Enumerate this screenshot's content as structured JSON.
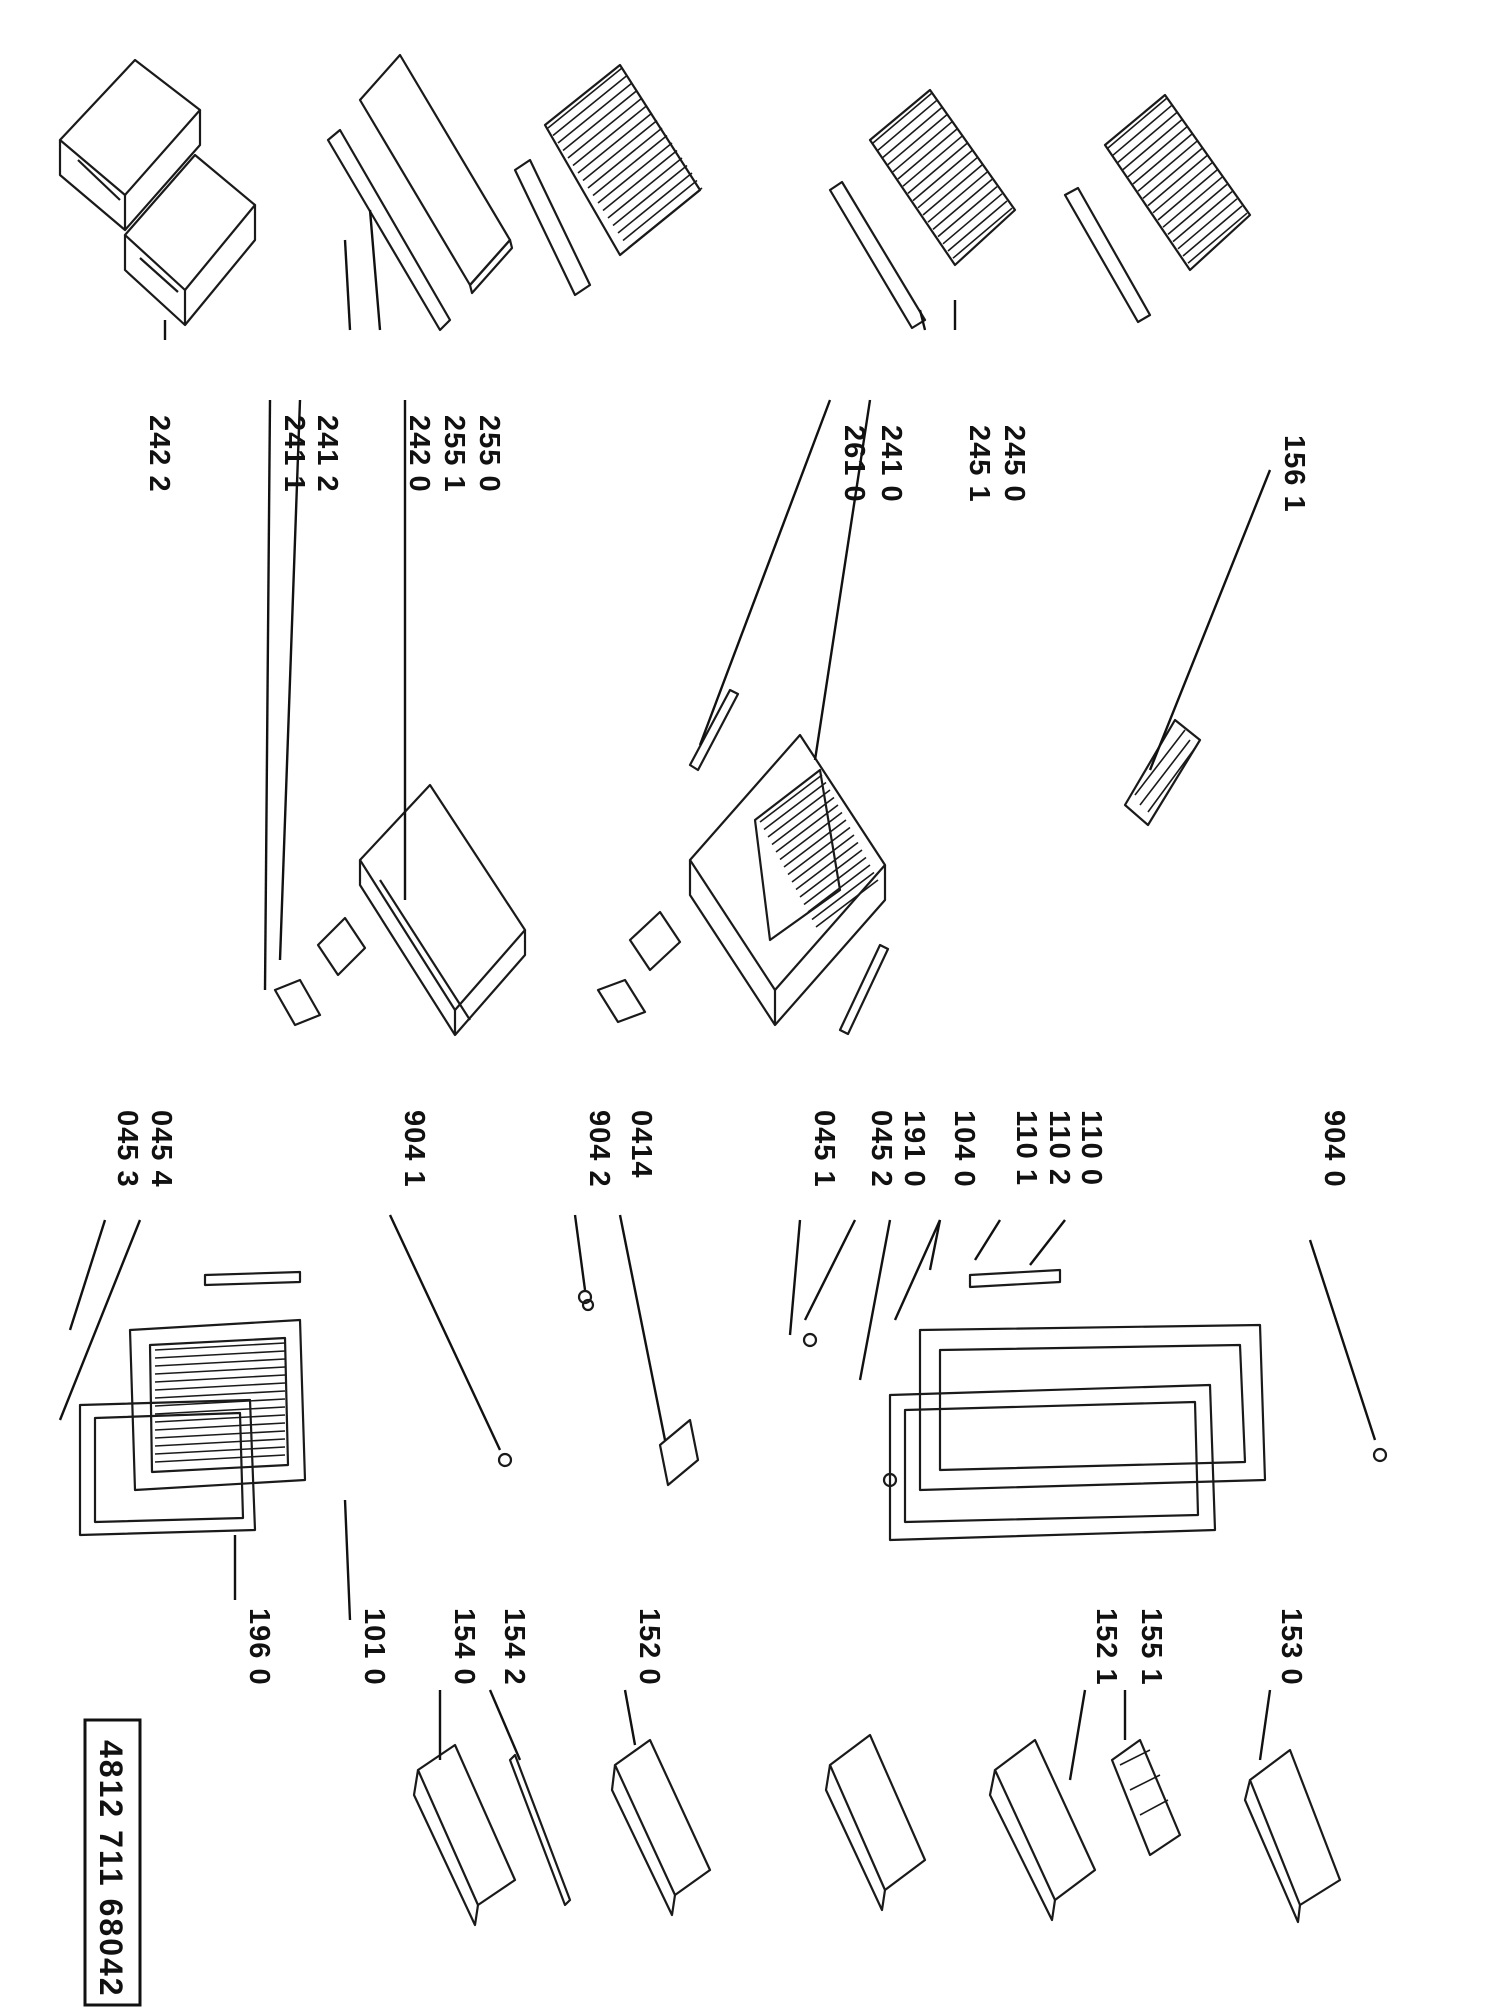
{
  "diagram": {
    "labels": [
      {
        "id": "lbl-2422",
        "text": "242 2"
      },
      {
        "id": "lbl-2550",
        "text": "255 0"
      },
      {
        "id": "lbl-2551",
        "text": "255 1"
      },
      {
        "id": "lbl-2420",
        "text": "242 0"
      },
      {
        "id": "lbl-2412",
        "text": "241 2"
      },
      {
        "id": "lbl-2411",
        "text": "241 1"
      },
      {
        "id": "lbl-2450",
        "text": "245 0"
      },
      {
        "id": "lbl-2451",
        "text": "245 1"
      },
      {
        "id": "lbl-2410",
        "text": "241 0"
      },
      {
        "id": "lbl-2610",
        "text": "261 0"
      },
      {
        "id": "lbl-1561",
        "text": "156 1"
      },
      {
        "id": "lbl-9040",
        "text": "904 0"
      },
      {
        "id": "lbl-1100",
        "text": "110 0"
      },
      {
        "id": "lbl-1102",
        "text": "110 2"
      },
      {
        "id": "lbl-1101",
        "text": "110 1"
      },
      {
        "id": "lbl-1040",
        "text": "104 0"
      },
      {
        "id": "lbl-1910",
        "text": "191 0"
      },
      {
        "id": "lbl-0452",
        "text": "045 2"
      },
      {
        "id": "lbl-0451",
        "text": "045 1"
      },
      {
        "id": "lbl-0414",
        "text": "0414"
      },
      {
        "id": "lbl-9042",
        "text": "904 2"
      },
      {
        "id": "lbl-9041",
        "text": "904 1"
      },
      {
        "id": "lbl-0454",
        "text": "045 4"
      },
      {
        "id": "lbl-0453",
        "text": "045 3"
      },
      {
        "id": "lbl-1530",
        "text": "153 0"
      },
      {
        "id": "lbl-1551",
        "text": "155 1"
      },
      {
        "id": "lbl-1521",
        "text": "152 1"
      },
      {
        "id": "lbl-1520",
        "text": "152 0"
      },
      {
        "id": "lbl-1542",
        "text": "154 2"
      },
      {
        "id": "lbl-1540",
        "text": "154 0"
      },
      {
        "id": "lbl-1010",
        "text": "101 0"
      },
      {
        "id": "lbl-1960",
        "text": "196 0"
      }
    ],
    "document_number": "4812  711  68042"
  }
}
